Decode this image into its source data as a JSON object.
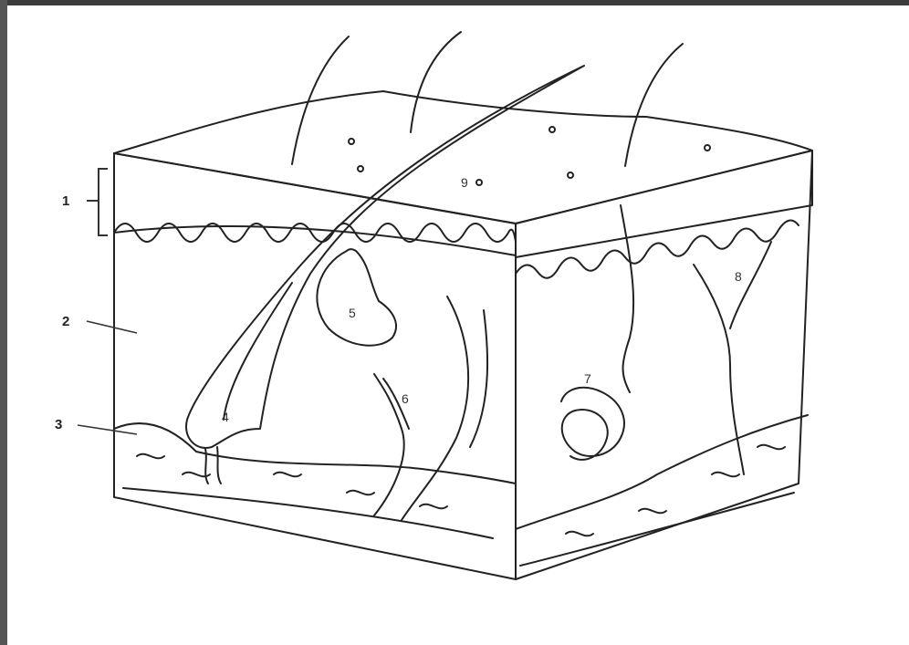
{
  "labels": {
    "l1": "1",
    "l2": "2",
    "l3": "3",
    "l4": "4",
    "l5": "5",
    "l6": "6",
    "l7": "7",
    "l8": "8",
    "l9": "9"
  },
  "colors": {
    "ink": "#222222",
    "frame_top": "#3c3c3c",
    "frame_left": "#555555"
  }
}
